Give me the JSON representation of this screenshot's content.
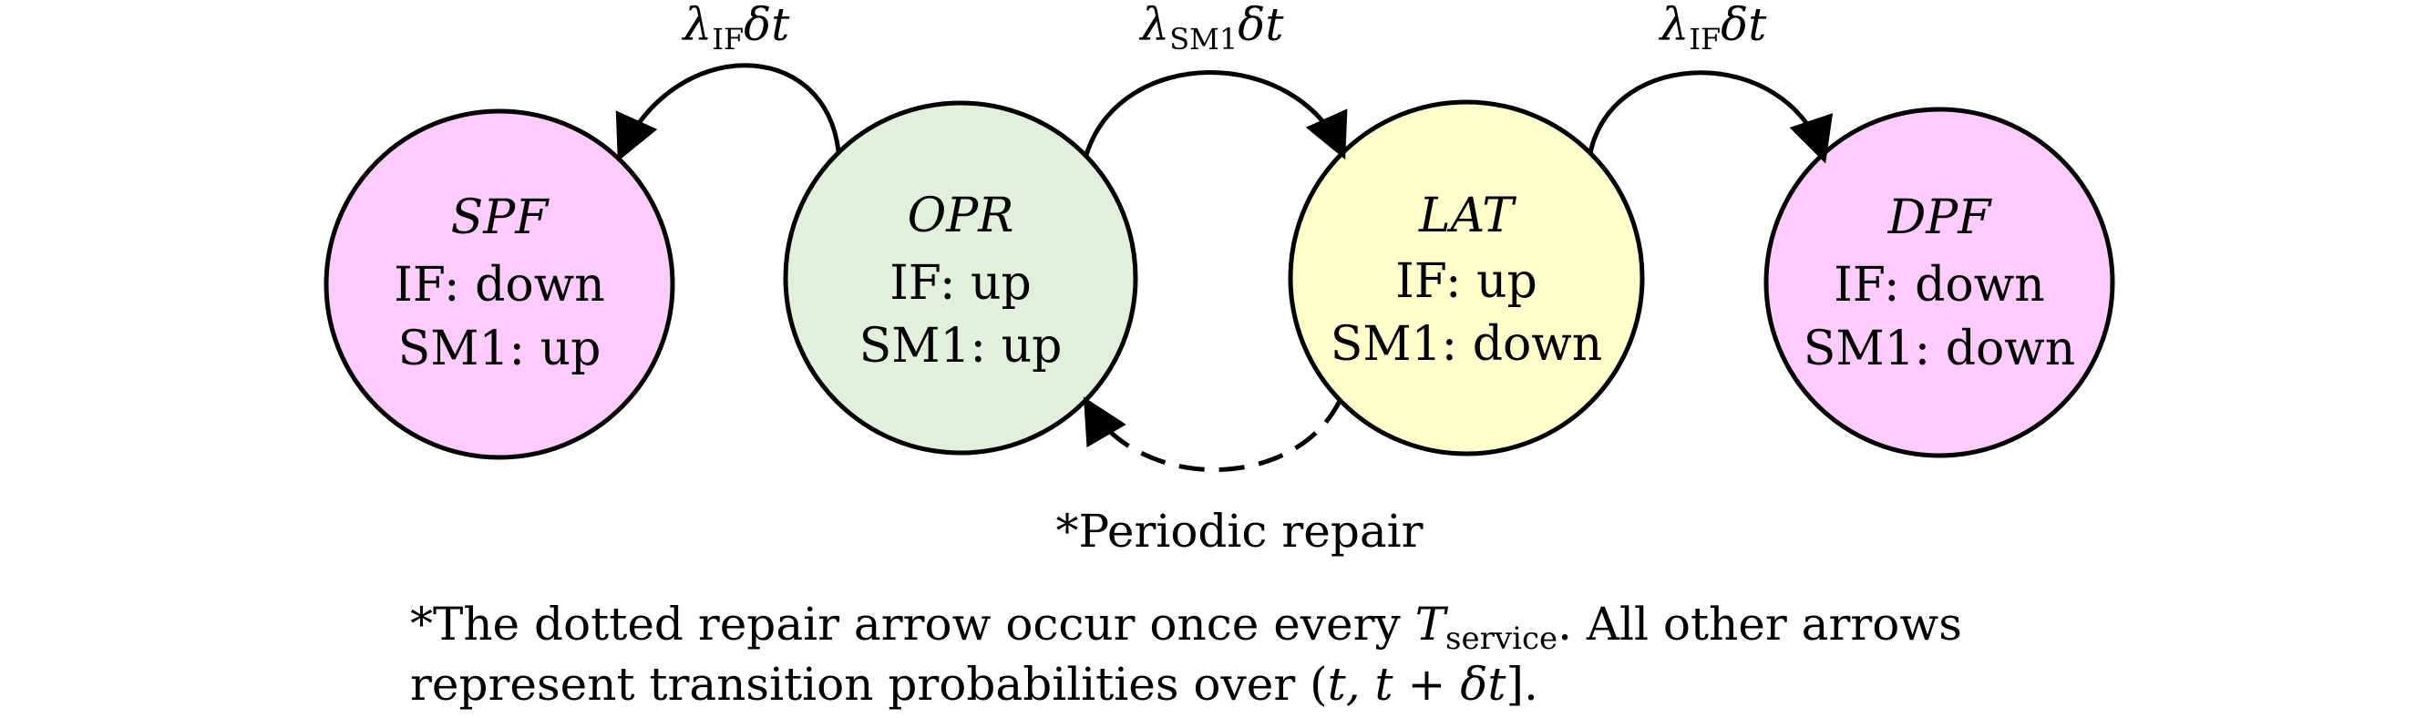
{
  "states": [
    {
      "id": "spf",
      "name": "SPF",
      "line1": "IF: down",
      "line2": "SM1: up",
      "fill": "#FDCBFC"
    },
    {
      "id": "opr",
      "name": "OPR",
      "line1": "IF: up",
      "line2": "SM1: up",
      "fill": "#E2EFDA"
    },
    {
      "id": "lat",
      "name": "LAT",
      "line1": "IF: up",
      "line2": "SM1: down",
      "fill": "#FFFFCC"
    },
    {
      "id": "dpf",
      "name": "DPF",
      "line1": "IF: down",
      "line2": "SM1: down",
      "fill": "#FDCBFC"
    }
  ],
  "transitions": {
    "opr_to_spf": {
      "symbol": "λ",
      "sub": "IF",
      "rate": "δt"
    },
    "opr_to_lat": {
      "symbol": "λ",
      "sub": "SM1",
      "rate": "δt"
    },
    "lat_to_dpf": {
      "symbol": "λ",
      "sub": "IF",
      "rate": "δt"
    },
    "repair": {
      "label": "*Periodic repair"
    }
  },
  "footnote": {
    "line1_prefix": "*The dotted repair arrow occur once every ",
    "line1_var": "T",
    "line1_sub": "service",
    "line1_suffix": ".  All other arrows",
    "line2_prefix": "represent transition probabilities over (",
    "line2_math": "t, t + δt",
    "line2_suffix": "]."
  },
  "colors": {
    "stroke": "#000000"
  }
}
